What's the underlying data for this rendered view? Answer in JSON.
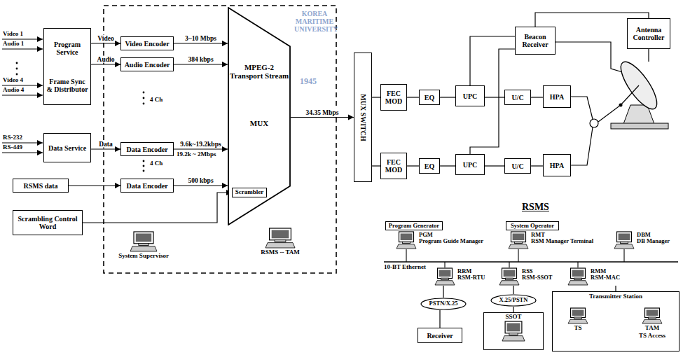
{
  "diagram": {
    "nodes": [
      {
        "text": [
          "Program Service",
          "Frame Sync & Distributor"
        ]
      },
      {
        "text": [
          "Data Service"
        ]
      },
      {
        "text": [
          "RSMS data"
        ]
      },
      {
        "text": [
          "Scrambling Control Word"
        ]
      },
      {
        "text": [
          "Video Encoder"
        ]
      },
      {
        "text": [
          "Audio Encoder"
        ]
      },
      {
        "text": [
          "Data Encoder"
        ]
      },
      {
        "text": [
          "Data Encoder"
        ]
      },
      {
        "text": [
          "MPEG-2 Transport Stream",
          "MUX"
        ]
      },
      {
        "text": [
          "Scrambler"
        ],
        "in": 8
      },
      {
        "text": [
          "System Supervisor"
        ]
      },
      {
        "text": [
          "RSMS -- TAM"
        ]
      },
      {
        "text": [
          "MUX SWITCH"
        ]
      },
      {
        "text": [
          "FEC MOD"
        ]
      },
      {
        "text": [
          "EQ"
        ]
      },
      {
        "text": [
          "UPC"
        ]
      },
      {
        "text": [
          "U/C"
        ]
      },
      {
        "text": [
          "HPA"
        ]
      },
      {
        "text": [
          "FEC MOD"
        ]
      },
      {
        "text": [
          "EQ"
        ]
      },
      {
        "text": [
          "UPC"
        ]
      },
      {
        "text": [
          "U/C"
        ]
      },
      {
        "text": [
          "HPA"
        ]
      },
      {
        "text": [
          "Beacon Receiver"
        ]
      },
      {
        "text": [
          "Antenna Controller"
        ]
      },
      {
        "text": [
          "Program Generator"
        ]
      },
      {
        "text": [
          "PGM",
          "Program Guide Manager"
        ]
      },
      {
        "text": [
          "System Operator"
        ]
      },
      {
        "text": [
          "RMT",
          "RSM Manager Terminal"
        ]
      },
      {
        "text": [
          "DBM",
          "DB Manager"
        ]
      },
      {
        "text": [
          "RRM",
          "RSM-RTU"
        ]
      },
      {
        "text": [
          "RSS",
          "RSM-SSOT"
        ]
      },
      {
        "text": [
          "RMM",
          "RSM-MAC"
        ]
      },
      {
        "text": [
          "PSTN/X.25"
        ]
      },
      {
        "text": [
          "Receiver"
        ]
      },
      {
        "text": [
          "X.25/PSTN"
        ]
      },
      {
        "text": [
          "SSOT"
        ]
      },
      {
        "text": [
          "Transmitter Station"
        ]
      },
      {
        "text": [
          "TS"
        ],
        "in": 37
      },
      {
        "text": [
          "TAM",
          "TS Access"
        ],
        "in": 37
      }
    ],
    "edges": [
      {
        "from": 0,
        "to": 4,
        "arrow": "to",
        "label": "Video"
      },
      {
        "from": 0,
        "to": 5,
        "arrow": "to",
        "label": "Audio"
      },
      {
        "from": 1,
        "to": 6,
        "arrow": "to",
        "label": "Data"
      },
      {
        "from": 2,
        "to": 7,
        "arrow": "to"
      },
      {
        "from": 3,
        "to": 9,
        "arrow": "to"
      },
      {
        "from": 4,
        "to": 8,
        "arrow": "to",
        "label": "3~10 Mbps"
      },
      {
        "from": 5,
        "to": 8,
        "arrow": "to",
        "label": "384 kbps"
      },
      {
        "from": 6,
        "to": 8,
        "arrow": "to",
        "label": "9.6k~19.2kbps"
      },
      {
        "from": 7,
        "to": 8,
        "arrow": "to",
        "label": "500 kbps"
      },
      {
        "from": 8,
        "to": 12,
        "arrow": "to",
        "label": "34.35 Mbps"
      },
      {
        "from": 12,
        "to": 13,
        "arrow": "none"
      },
      {
        "from": 12,
        "to": 18,
        "arrow": "none"
      },
      {
        "from": 13,
        "to": 14,
        "arrow": "none"
      },
      {
        "from": 14,
        "to": 15,
        "arrow": "none"
      },
      {
        "from": 15,
        "to": 16,
        "arrow": "none"
      },
      {
        "from": 16,
        "to": 17,
        "arrow": "none"
      },
      {
        "from": 18,
        "to": 19,
        "arrow": "none"
      },
      {
        "from": 19,
        "to": 20,
        "arrow": "none"
      },
      {
        "from": 20,
        "to": 21,
        "arrow": "none"
      },
      {
        "from": 21,
        "to": 22,
        "arrow": "none"
      },
      {
        "from": 23,
        "to": 15,
        "arrow": "none"
      },
      {
        "from": 23,
        "to": 20,
        "arrow": "none"
      },
      {
        "from": 23,
        "to": 24,
        "arrow": "none"
      },
      {
        "from": 30,
        "to": 33,
        "arrow": "none"
      },
      {
        "from": 33,
        "to": 34,
        "arrow": "none"
      },
      {
        "from": 31,
        "to": 35,
        "arrow": "none"
      },
      {
        "from": 35,
        "to": 36,
        "arrow": "none"
      },
      {
        "from": 32,
        "to": 37,
        "arrow": "none"
      },
      {
        "from": 38,
        "to": 39,
        "arrow": "none"
      }
    ],
    "labels": [
      "Video 1",
      "Audio 1",
      "Video 4",
      "Audio 4",
      "RS-232",
      "RS-449",
      "4 Ch",
      "19.2k ~ 2Mbps",
      "4 Ch",
      "RSMS",
      "10-BT Ethernet",
      "KOREA MARITIME UNIVERSITY",
      "1945"
    ]
  }
}
